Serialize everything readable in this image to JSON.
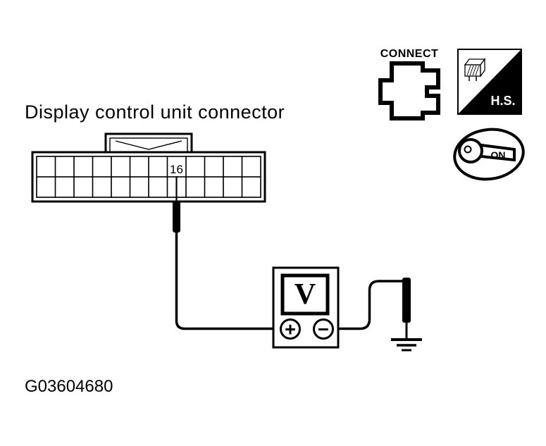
{
  "title": "Display control unit connector",
  "figure_id": "G03604680",
  "connector": {
    "rows": 2,
    "cols": 12,
    "pin_label": "16"
  },
  "voltmeter": {
    "display_letter": "V",
    "positive_terminal": "+",
    "negative_terminal": "−"
  },
  "badges": {
    "connect_label": "CONNECT",
    "hs_label": "H.S.",
    "ignition_label": "ON"
  },
  "colors": {
    "ink": "#000000",
    "background": "#ffffff"
  }
}
